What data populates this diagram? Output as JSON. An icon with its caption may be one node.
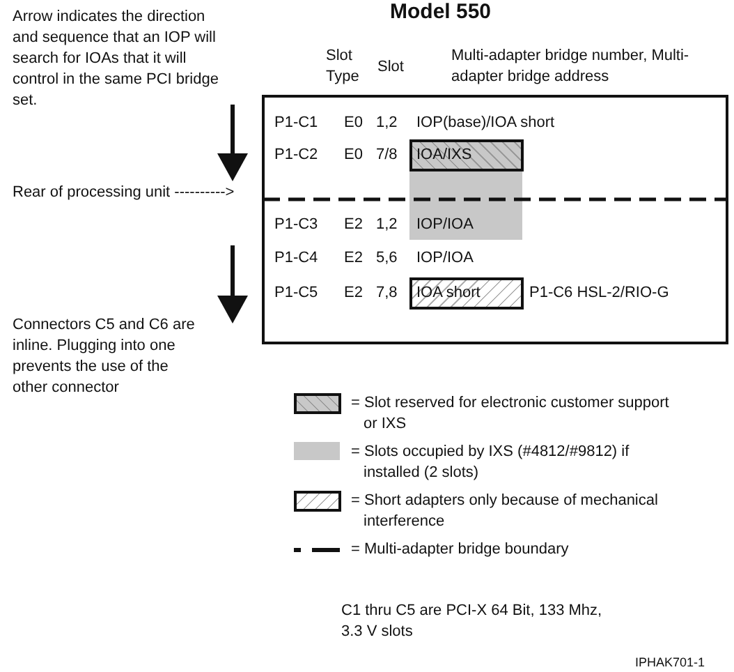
{
  "diagram": {
    "title": "Model 550",
    "labels": [
      "Arrow indicates the direction and sequence that an IOP will search for IOAs that it will control in the same PCI bridge set.",
      "Rear of processing unit ---------->",
      "Connectors C5 and C6 are inline. Plugging into one prevents the use of the other connector",
      "Slot Type",
      "Slot",
      "Multi-adapter bridge number, Multi-adapter bridge address",
      "P1-C1",
      "E0",
      "1,2",
      "IOP(base)/IOA short",
      "P1-C2",
      "E0",
      "7/8",
      "IOA/IXS",
      "P1-C3",
      "E2",
      "1,2",
      "IOP/IOA",
      "P1-C4",
      "E2",
      "5,6",
      "IOP/IOA",
      "P1-C5",
      "E2",
      "7,8",
      "IOA short",
      "P1-C6 HSL-2/RIO-G",
      "C1 thru C5 are PCI-X 64 Bit, 133 Mhz, 3.3 V slots",
      "IPHAK701-1"
    ],
    "legend": [
      {
        "text": "= Slot reserved for electronic customer support or IXS"
      },
      {
        "text": "= Slots occupied by IXS (#4812/#9812) if installed (2 slots)",
        "color": "#c8c8c8"
      },
      {
        "text": "= Short adapters only because of mechanical interference"
      },
      {
        "text": "= Multi-adapter bridge boundary"
      }
    ]
  }
}
